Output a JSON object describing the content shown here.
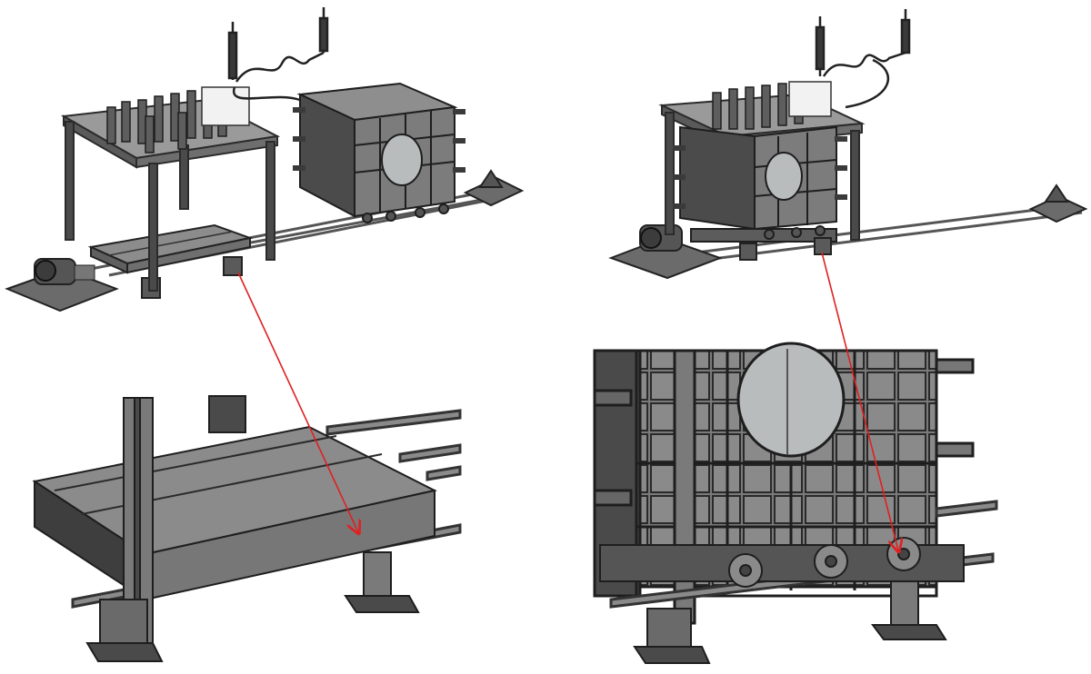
{
  "figure": {
    "panels": [
      {
        "id": "left-overview",
        "state": "mold box off the working platform, platform exposed on rails"
      },
      {
        "id": "right-overview",
        "state": "mold box moved onto the working platform"
      },
      {
        "id": "left-detail",
        "state": "zoom of platform slab, rail and support foot"
      },
      {
        "id": "right-detail",
        "state": "zoom of mold box wheels on rail and support foot"
      }
    ],
    "colors": {
      "steel_dark": "#3a3a3a",
      "steel_mid": "#6e6e6e",
      "steel_light": "#9a9a9a",
      "plate": "#7d7d7d",
      "glass": "#b8bcbc",
      "callout_arrow": "#e02020",
      "background": "#ffffff"
    }
  }
}
